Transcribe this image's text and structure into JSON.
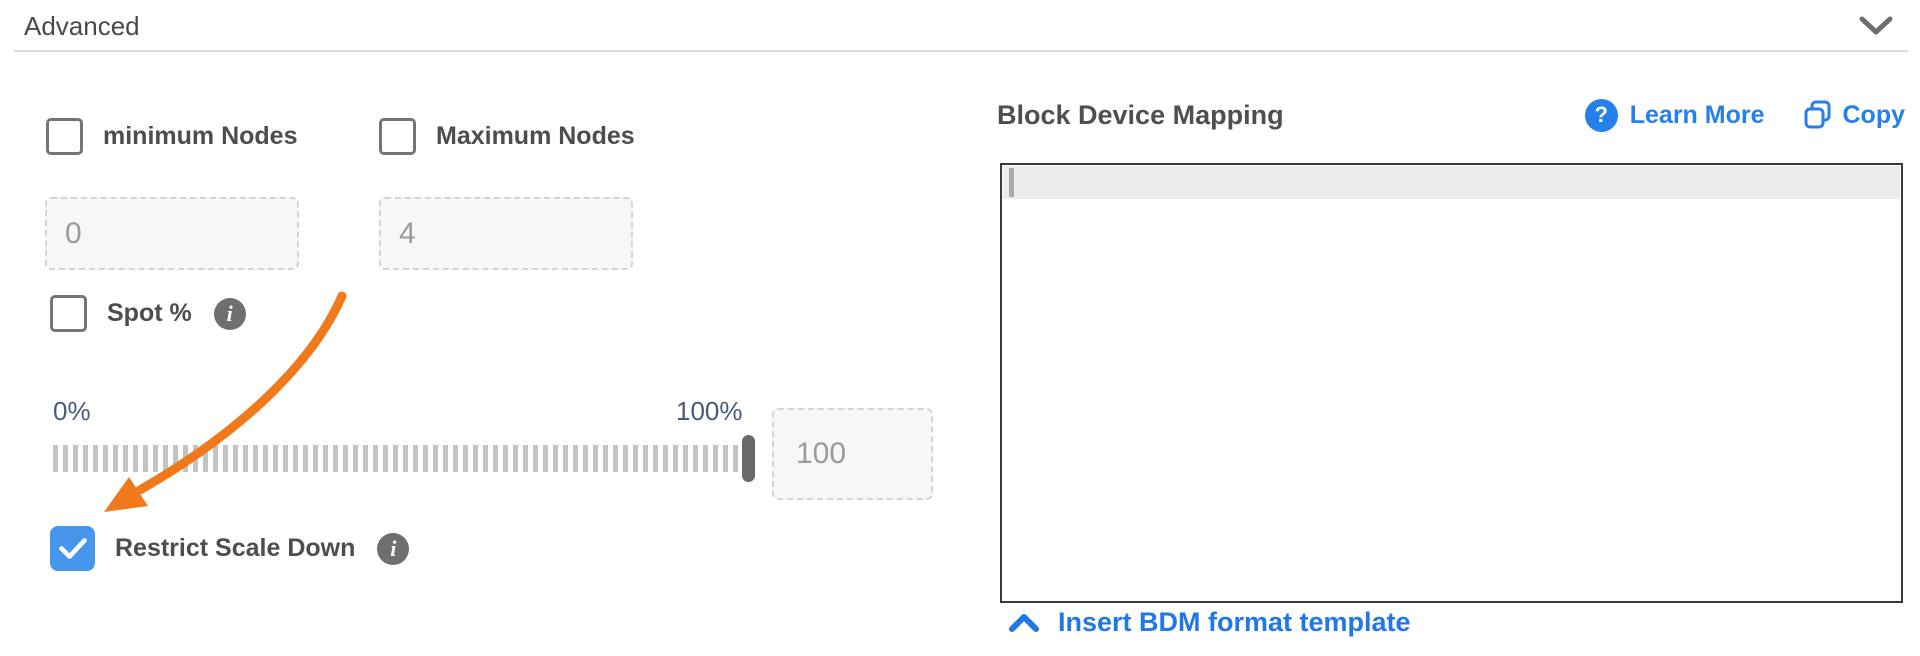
{
  "header": {
    "title": "Advanced"
  },
  "left_panel": {
    "min_nodes": {
      "label": "minimum Nodes",
      "checked": false,
      "value": "0"
    },
    "max_nodes": {
      "label": "Maximum Nodes",
      "checked": false,
      "value": "4"
    },
    "spot": {
      "label": "Spot %",
      "checked": false
    },
    "slider": {
      "min_label": "0%",
      "max_label": "100%",
      "position_pct": 100,
      "value": "100"
    },
    "restrict_scale_down": {
      "label": "Restrict Scale Down",
      "checked": true
    }
  },
  "right_panel": {
    "title": "Block Device Mapping",
    "learn_more_label": "Learn More",
    "copy_label": "Copy",
    "editor": {
      "content": ""
    },
    "insert_template_label": "Insert BDM format template"
  },
  "glyphs": {
    "help": "?",
    "info": "i"
  },
  "colors": {
    "accent_blue": "#2680eb",
    "checkbox_blue": "#4697ec",
    "arrow_orange": "#f0791c",
    "slider_label": "#4a5b7a",
    "tick_gray": "#c3c3c3"
  }
}
